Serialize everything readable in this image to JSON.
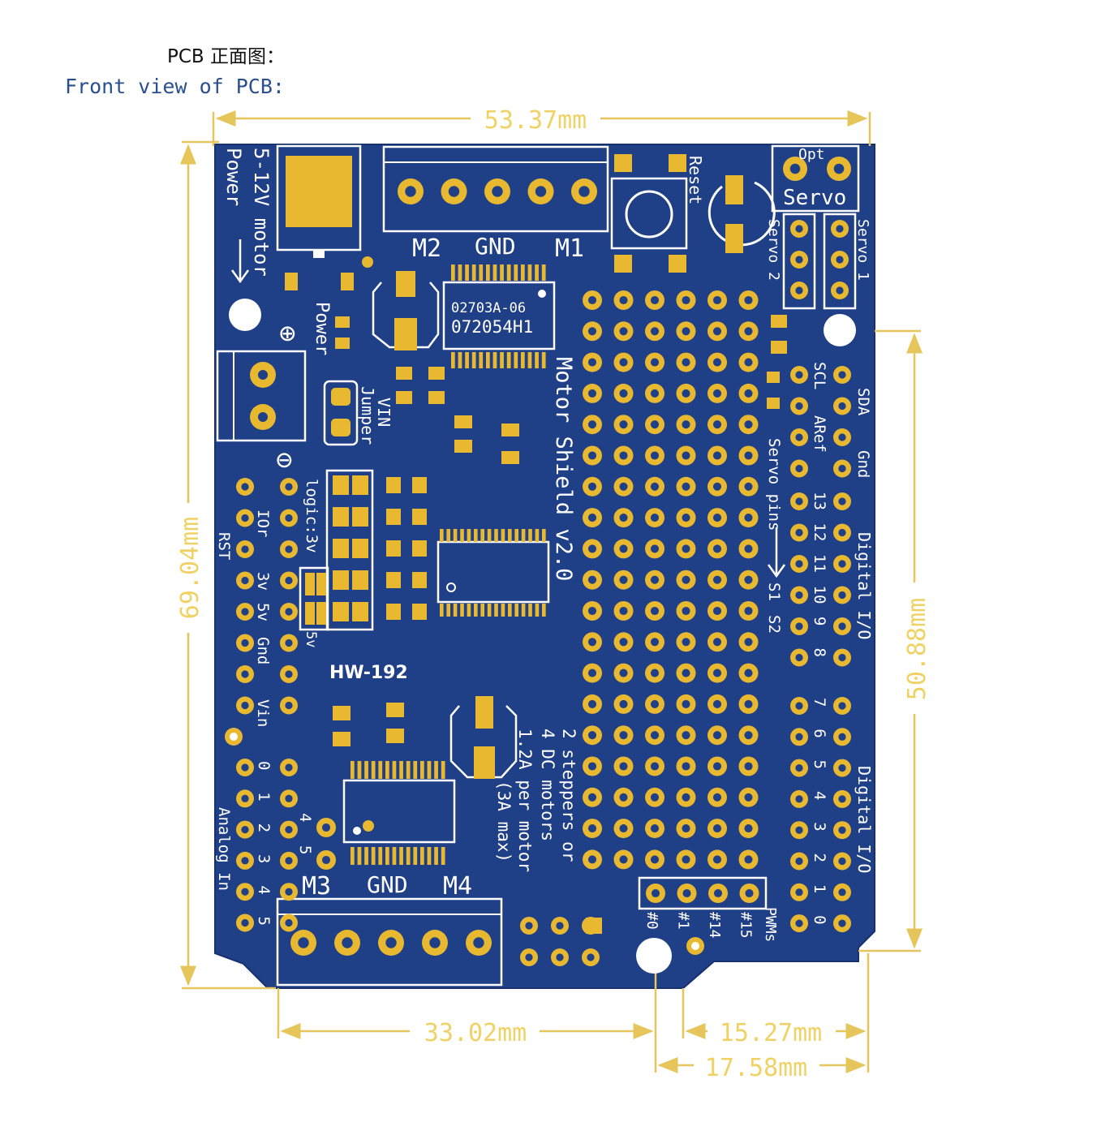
{
  "caption": {
    "chinese": "PCB 正面图：",
    "english": "Front view of PCB:"
  },
  "colors": {
    "board": "#1f3f86",
    "pad": "#e8b830",
    "silkscreen": "#ffffff",
    "dimension": "#e6c55a",
    "caption_english": "#2a4f8f"
  },
  "dimensions": {
    "width_top": "53.37mm",
    "height_left": "69.04mm",
    "height_right": "50.88mm",
    "bottom_left": "33.02mm",
    "bottom_mid": "15.27mm",
    "bottom_right": "17.58mm"
  },
  "board": {
    "power_label_1": "5-12V motor",
    "power_label_2": "Power",
    "power_plus": "⊕",
    "power_minus": "⊖",
    "power_side_label": "Power",
    "vin_label": "VIN",
    "jumper_label": "Jumper",
    "m2": "M2",
    "gnd_top": "GND",
    "m1": "M1",
    "m3": "M3",
    "gnd_bottom": "GND",
    "m4": "M4",
    "reset": "Reset",
    "opt": "Opt",
    "servo_box": "Servo",
    "servo2": "Servo 2",
    "servo1": "Servo 1",
    "chip_line1": "02703A-06",
    "chip_line2": "072054H1",
    "shield_name": "Motor Shield v2.0",
    "board_id": "HW-192",
    "features_1": "2 steppers or",
    "features_2": "4 DC motors",
    "features_3": "1.2A per motor",
    "features_4": "(3A max)",
    "logic_label": "logic:3v",
    "logic_5v": "5v",
    "power_header_labels": [
      "IOr",
      "RST",
      "3v",
      "5v",
      "Gnd",
      "Vin"
    ],
    "analog_numbers": [
      "0",
      "1",
      "2",
      "3",
      "4",
      "5"
    ],
    "analog_label": "Analog In",
    "analog_extra": [
      "4",
      "5"
    ],
    "right_top_labels": [
      "SCL",
      "SDA",
      "ARef",
      "Gnd"
    ],
    "servo_pins_label": "Servo pins",
    "servo_pin_s1": "S1",
    "servo_pin_s2": "S2",
    "digital_upper_numbers": [
      "13",
      "12",
      "11",
      "10",
      "9",
      "8"
    ],
    "digital_lower_numbers": [
      "7",
      "6",
      "5",
      "4",
      "3",
      "2",
      "1",
      "0"
    ],
    "digital_io_label": "Digital I/O",
    "pwm_labels": [
      "#0",
      "#1",
      "#14",
      "#15"
    ],
    "pwm_label": "PWMs"
  }
}
